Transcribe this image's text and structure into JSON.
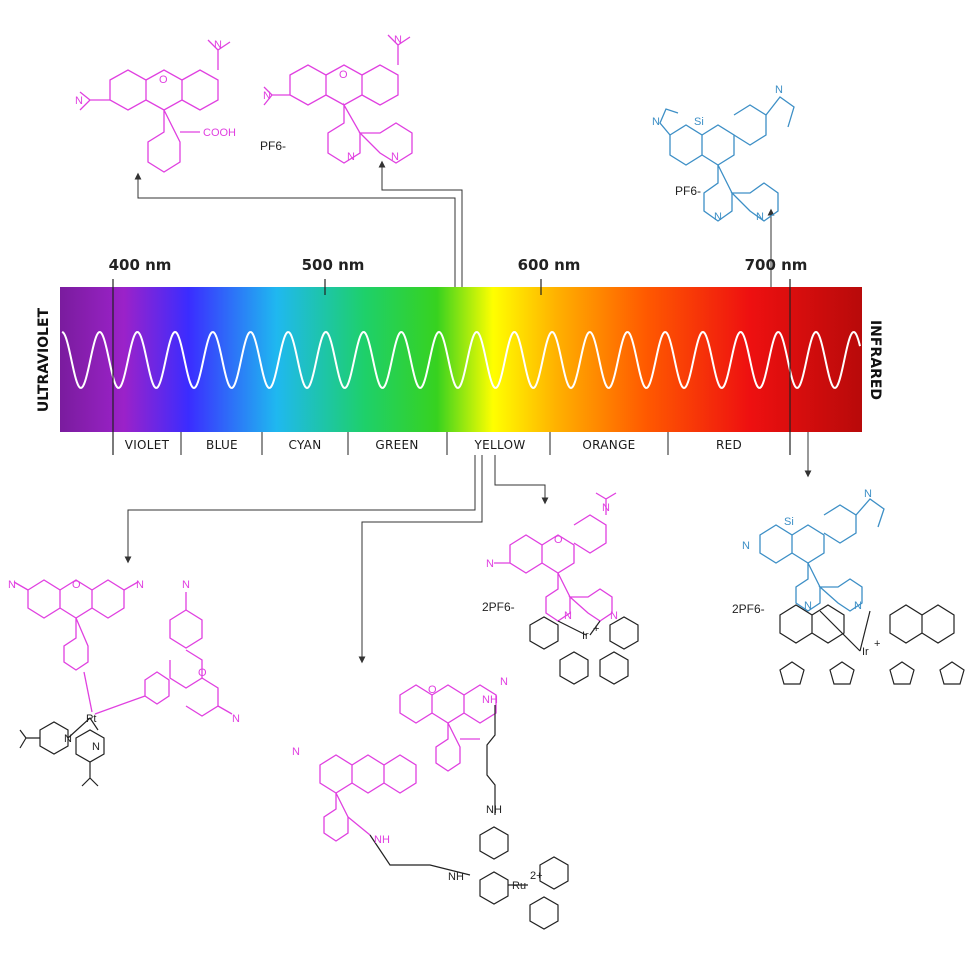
{
  "spectrum": {
    "ticks": [
      {
        "label": "400 nm"
      },
      {
        "label": "500 nm"
      },
      {
        "label": "600 nm"
      },
      {
        "label": "700 nm"
      }
    ],
    "bands": [
      "VIOLET",
      "BLUE",
      "CYAN",
      "GREEN",
      "YELLOW",
      "ORANGE",
      "RED"
    ],
    "left_label": "ULTRAVIOLET",
    "right_label": "INFRARED"
  },
  "molecules": {
    "m1": {
      "cooh": "COOH",
      "n1": "N",
      "n2": "N",
      "o": "O"
    },
    "m2": {
      "counter": "PF6-",
      "n1": "N",
      "n2": "N",
      "o": "O",
      "pyn1": "N",
      "pyn2": "N"
    },
    "m3": {
      "counter": "PF6-",
      "si": "Si",
      "n1": "N",
      "n2": "N",
      "pyn1": "N",
      "pyn2": "N"
    },
    "m4": {
      "metal": "Pt",
      "n1": "N",
      "n2": "N",
      "o1": "O",
      "o2": "O",
      "n3": "N",
      "n4": "N",
      "n5": "N",
      "n6": "N"
    },
    "m5": {
      "metal": "Ru",
      "charge": "2+",
      "nh1": "NH",
      "nh2": "NH",
      "nh3": "NH",
      "nh4": "NH",
      "o": "O",
      "n1": "N",
      "n2": "N"
    },
    "m6": {
      "counter": "2PF6-",
      "metal": "Ir",
      "charge": "+",
      "o": "O",
      "n1": "N",
      "n2": "N",
      "n3": "N",
      "n4": "N"
    },
    "m7": {
      "counter": "2PF6-",
      "metal": "Ir",
      "charge": "+",
      "si": "Si",
      "n1": "N",
      "n2": "N",
      "n3": "N",
      "n4": "N"
    }
  },
  "colors": {
    "magenta": "#e040e0",
    "blue": "#3d8fc6",
    "black": "#222222"
  }
}
